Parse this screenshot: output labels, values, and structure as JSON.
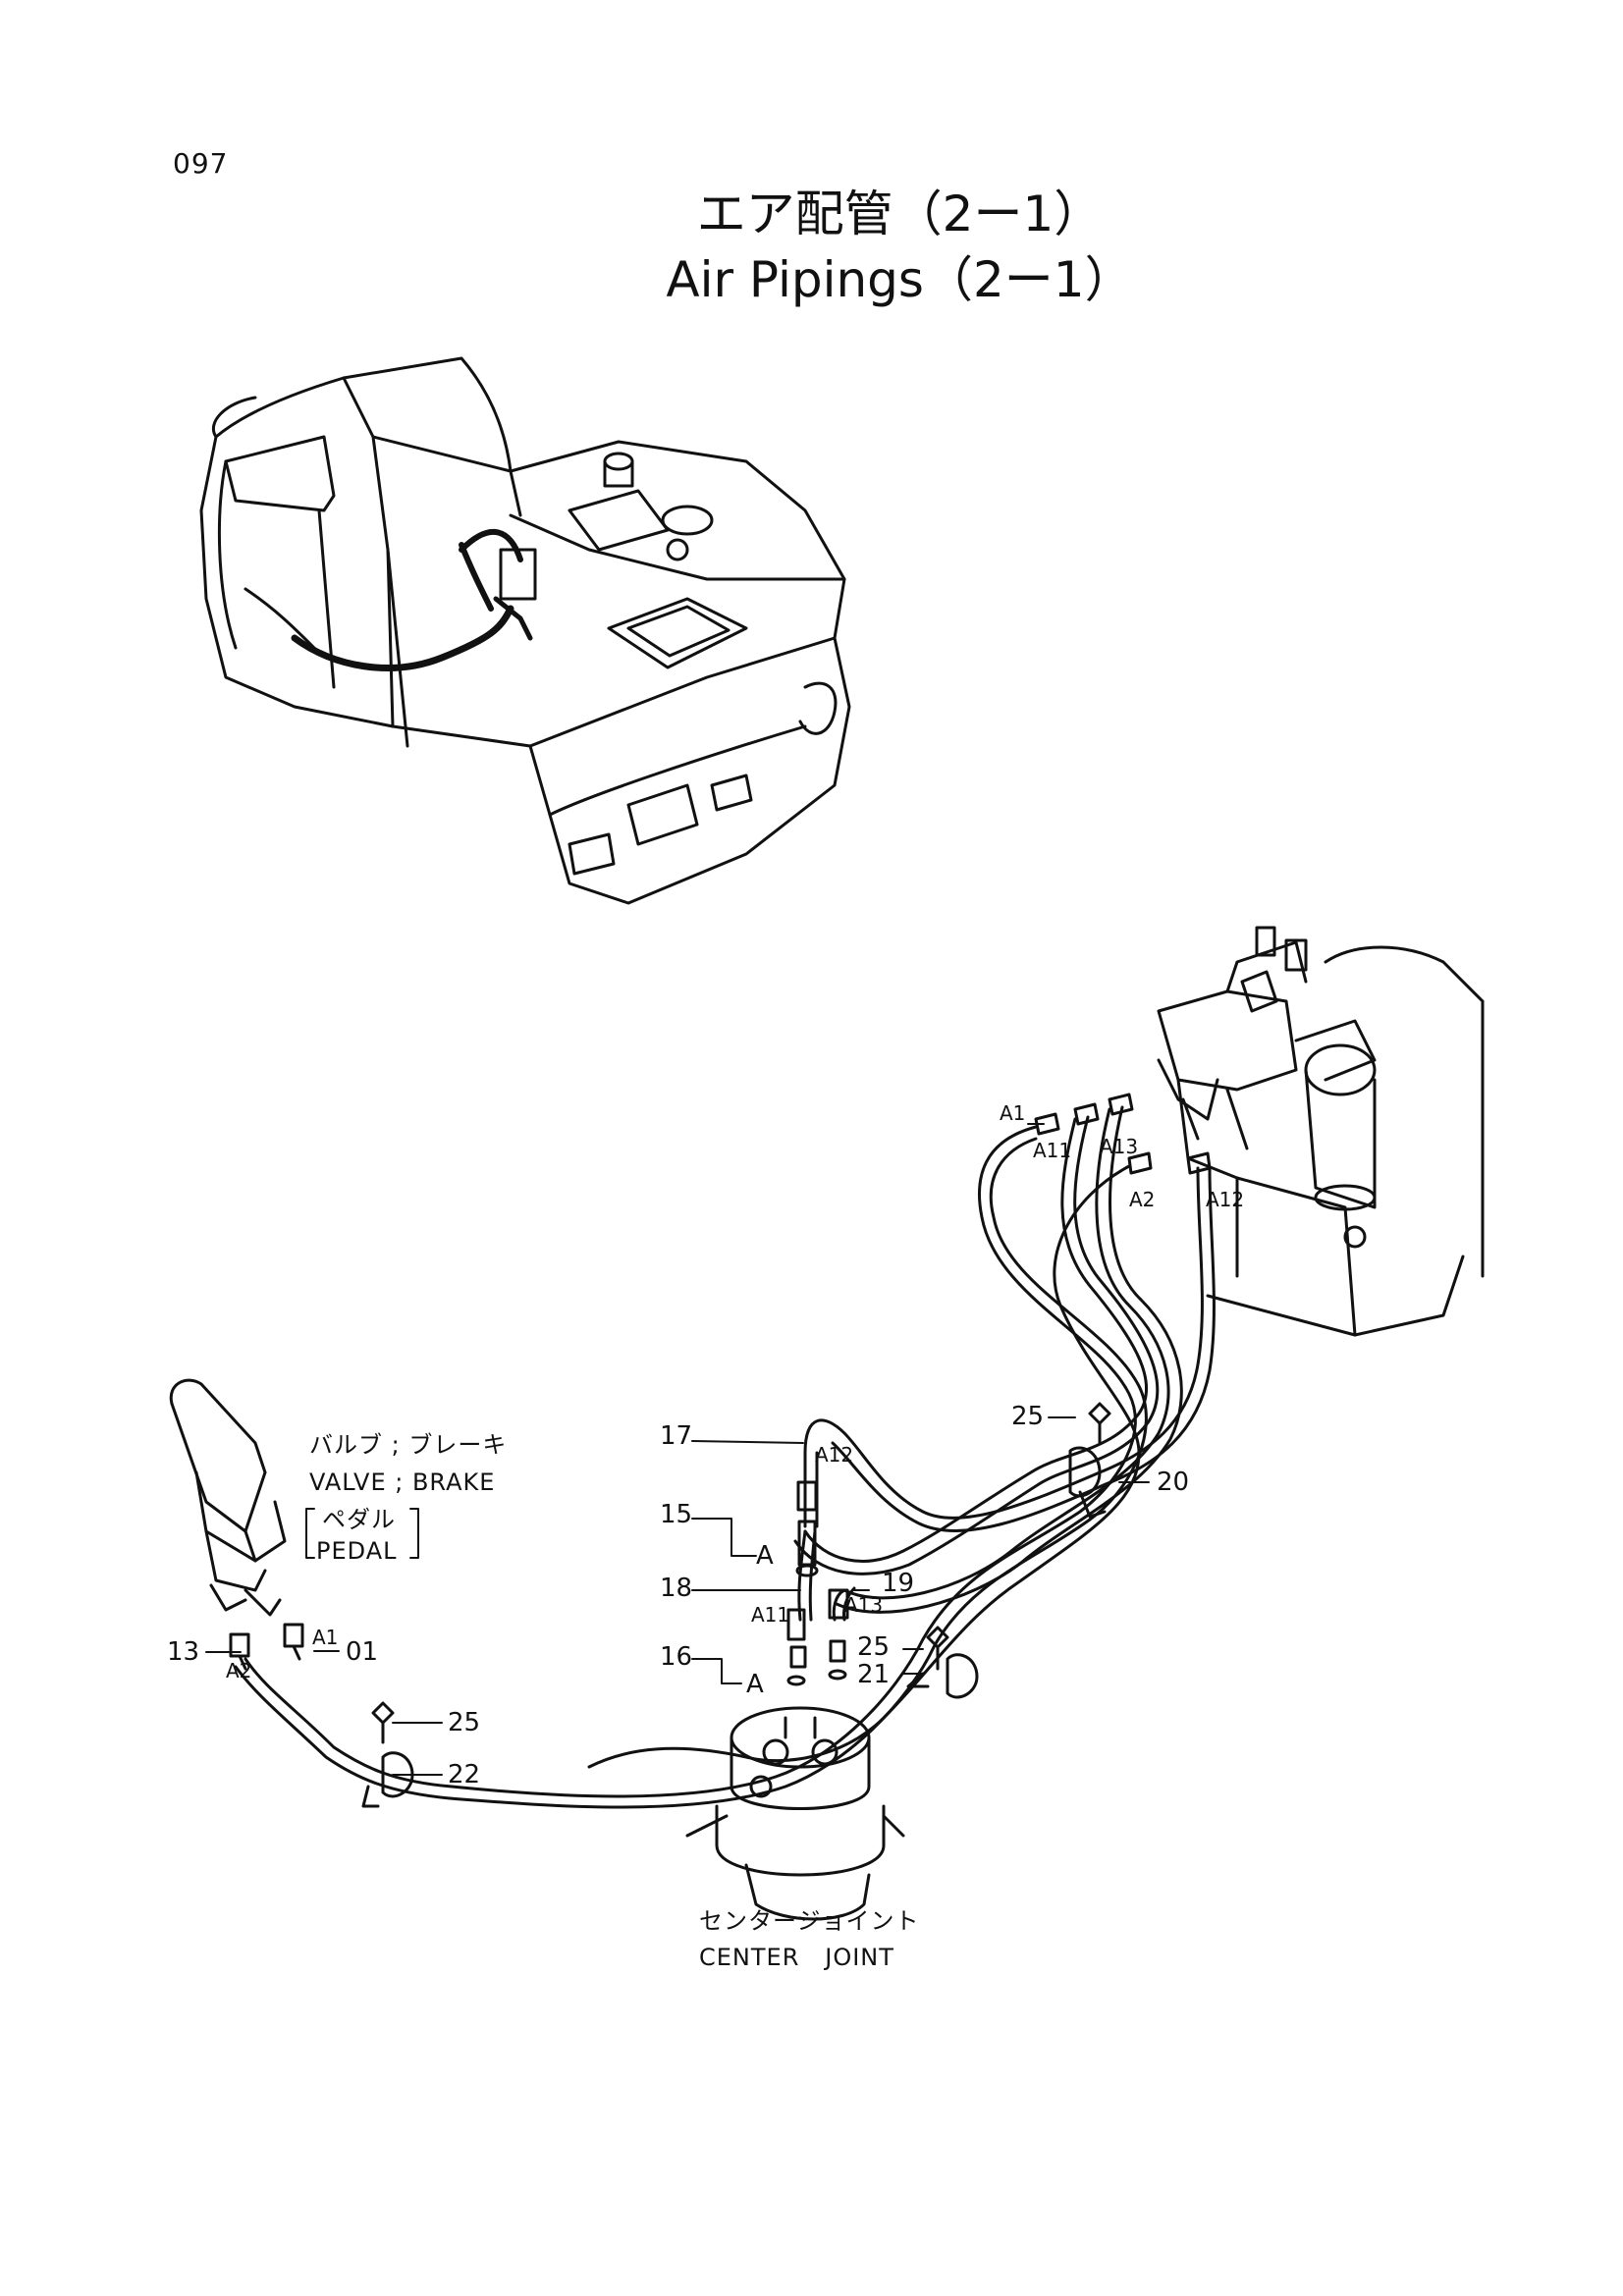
{
  "page_number": "097",
  "title_jp": "エア配管（2ー1）",
  "title_en": "Air Pipings（2ー1）",
  "callouts": {
    "c17": "17",
    "c15": "15",
    "c18": "18",
    "c16": "16",
    "c19": "19",
    "c25a": "25",
    "c25b": "25",
    "c25c": "25",
    "c21": "21",
    "c20": "20",
    "c22": "22",
    "c13": "13",
    "c01": "01"
  },
  "port_labels": {
    "a1_top": "A1",
    "a11_top": "A11",
    "a13_top": "A13",
    "a2_top": "A2",
    "a12_top": "A12",
    "a12_mid": "A12",
    "a11_mid": "A11",
    "a13_mid": "A13",
    "a1_pedal": "A1",
    "a2_pedal": "A2",
    "a_15": "A",
    "a_16": "A"
  },
  "valve_label": {
    "jp": "バルブ ; ブレーキ",
    "en": "VALVE ; BRAKE",
    "sub_jp": "ペダル",
    "sub_en": "PEDAL"
  },
  "center_joint": {
    "jp": "センタージョイント",
    "en": "CENTER   JOINT"
  }
}
